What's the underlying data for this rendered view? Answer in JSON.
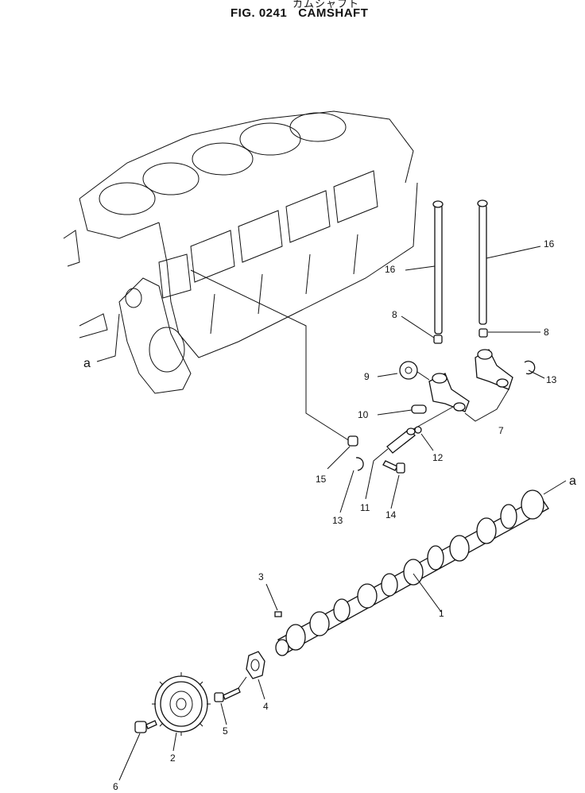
{
  "header": {
    "subtitle_jp": "カムシャフト",
    "title": "FIG. 0241   CAMSHAFT"
  },
  "callouts": {
    "a_top": "a",
    "a_left": "a",
    "c1": "1",
    "c2": "2",
    "c3": "3",
    "c4": "4",
    "c5": "5",
    "c6": "6",
    "c7": "7",
    "c8_left": "8",
    "c8_right": "8",
    "c9": "9",
    "c10": "10",
    "c11": "11",
    "c12": "12",
    "c13_left": "13",
    "c13_right": "13",
    "c14": "14",
    "c15": "15",
    "c16_left": "16",
    "c16_right": "16"
  }
}
